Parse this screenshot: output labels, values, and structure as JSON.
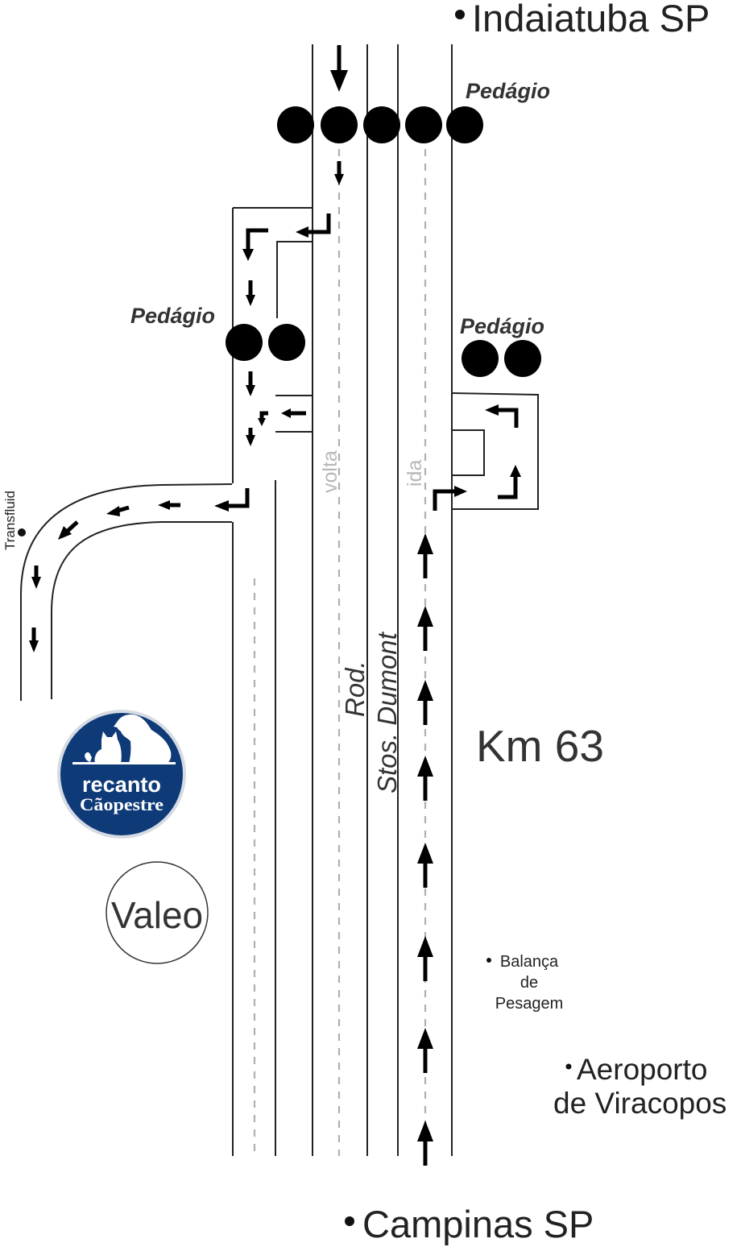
{
  "places": {
    "indaiatuba": "Indaiatuba SP",
    "campinas": "Campinas SP",
    "km": "Km 63",
    "transfluid": "Transfluid",
    "balanca_line1": "Balança",
    "balanca_line2": "de",
    "balanca_line3": "Pesagem",
    "aeroporto_line1": "Aeroporto",
    "aeroporto_line2": "de Viracopos",
    "valeo": "Valeo"
  },
  "road": {
    "name_line1": "Rod.",
    "name_line2": "Stos. Dumont",
    "lane_volta": "volta",
    "lane_ida": "ida"
  },
  "tolls": {
    "top": "Pedágio",
    "left": "Pedágio",
    "right": "Pedágio"
  },
  "logo": {
    "line1": "recanto",
    "line2": "Cãopestre",
    "color": "#0e3a78"
  },
  "colors": {
    "lines": "#222222",
    "lane_markings": "#b0b0b0",
    "arrows": "#000000"
  }
}
